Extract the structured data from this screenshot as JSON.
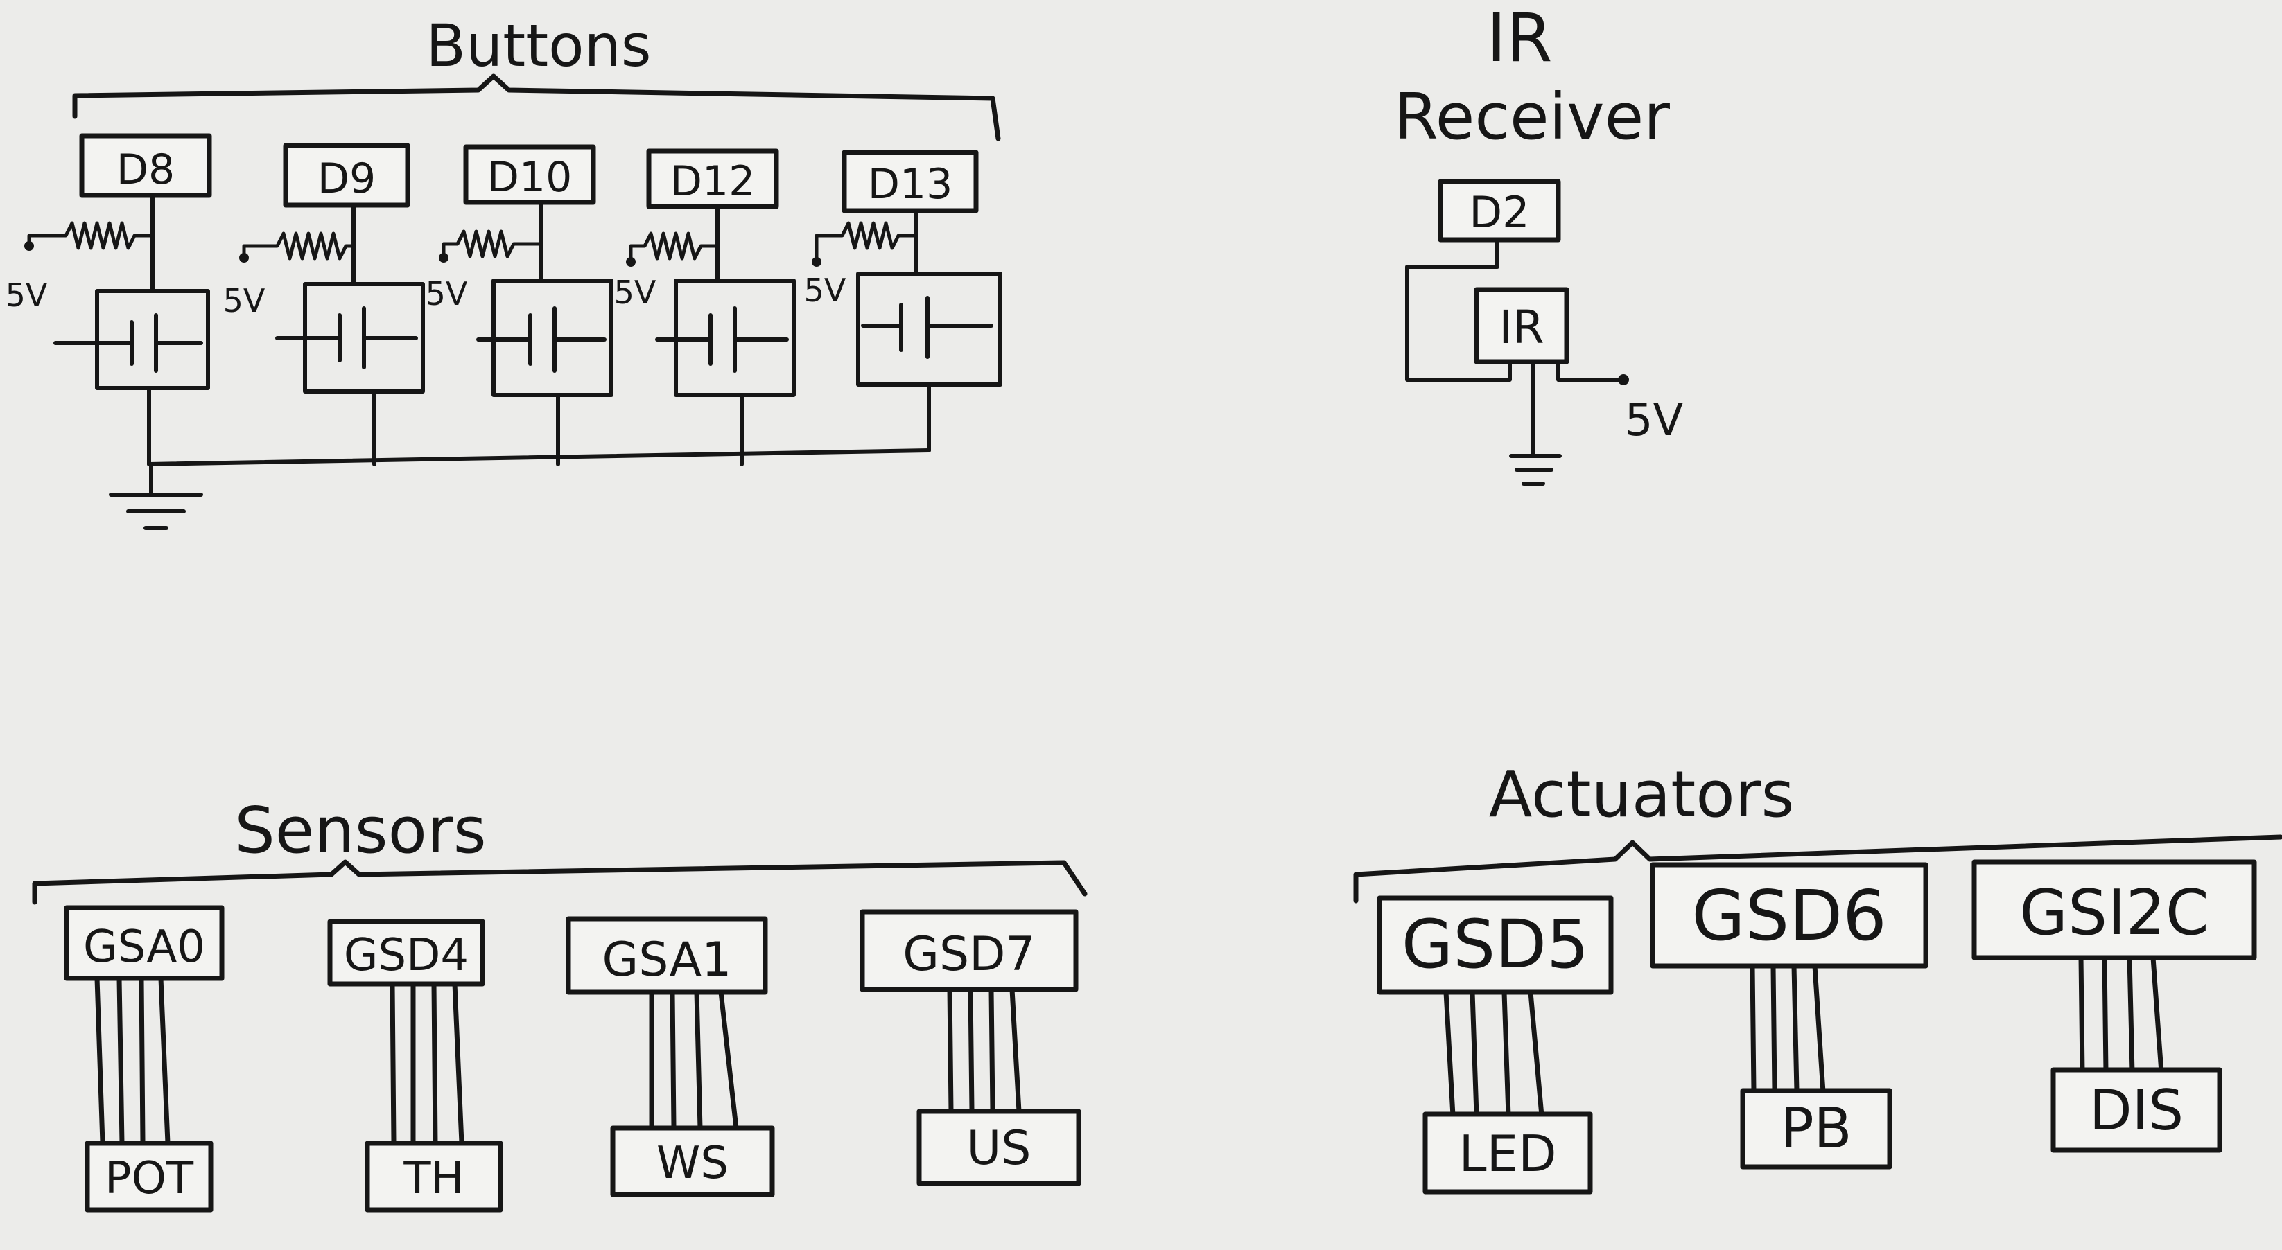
{
  "buttons": {
    "title": "Buttons",
    "pins": [
      "D8",
      "D9",
      "D10",
      "D12",
      "D13"
    ],
    "supply_label": "5V"
  },
  "ir": {
    "title_line1": "IR",
    "title_line2": "Receiver",
    "pin": "D2",
    "component": "IR",
    "supply_label": "5V"
  },
  "sensors": {
    "title": "Sensors",
    "items": [
      {
        "port": "GSA0",
        "device": "POT"
      },
      {
        "port": "GSD4",
        "device": "TH"
      },
      {
        "port": "GSA1",
        "device": "WS"
      },
      {
        "port": "GSD7",
        "device": "US"
      }
    ]
  },
  "actuators": {
    "title": "Actuators",
    "items": [
      {
        "port": "GSD5",
        "device": "LED"
      },
      {
        "port": "GSD6",
        "device": "PB"
      },
      {
        "port": "GSI2C",
        "device": "DIS"
      }
    ]
  },
  "colors": {
    "ink": "#161616",
    "paper": "#ececea"
  }
}
